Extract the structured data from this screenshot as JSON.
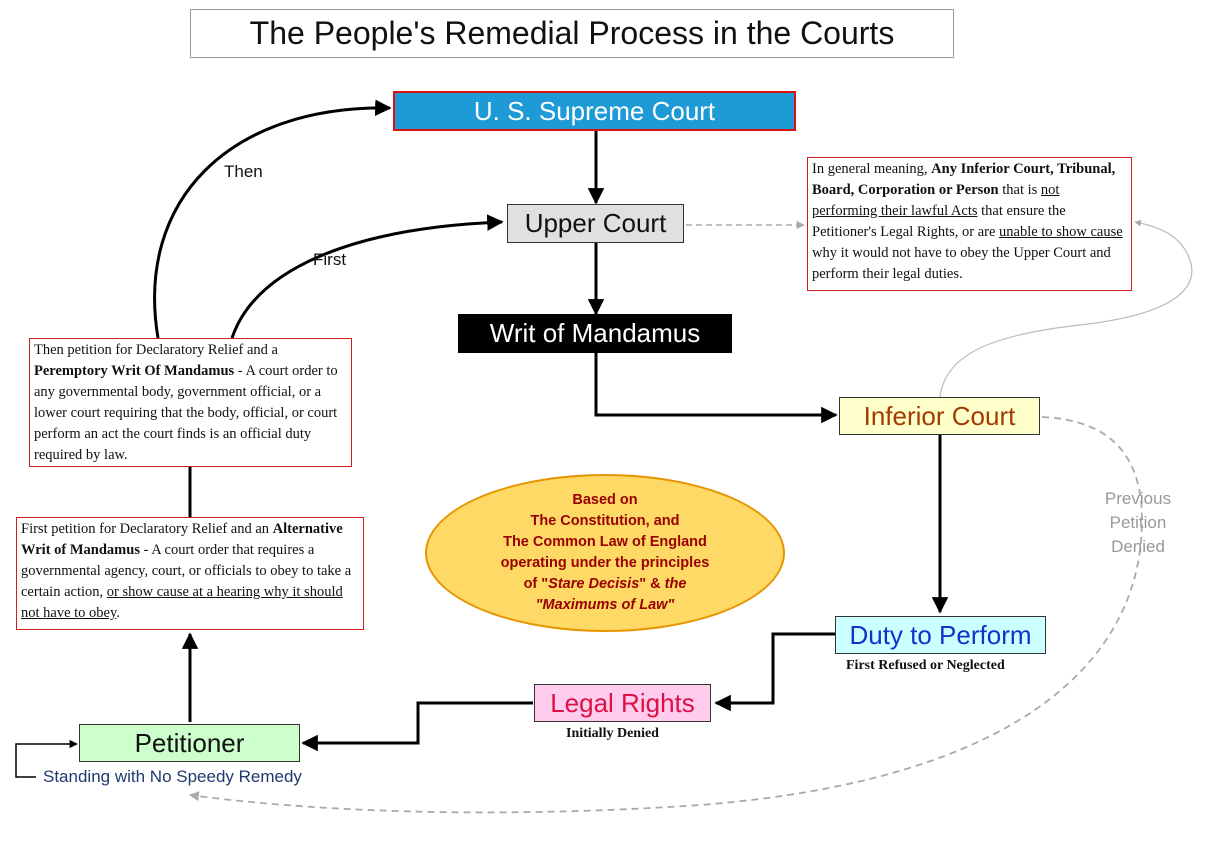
{
  "title": "The People's Remedial Process in the Courts",
  "nodes": {
    "supreme_court": "U. S. Supreme Court",
    "upper_court": "Upper Court",
    "writ_of_mandamus": "Writ of Mandamus",
    "inferior_court": "Inferior Court",
    "duty_to_perform": "Duty to Perform",
    "duty_sub": "First Refused or Neglected",
    "legal_rights": "Legal Rights",
    "legal_rights_sub": "Initially Denied",
    "petitioner": "Petitioner",
    "petitioner_sub": "Standing with No Speedy Remedy"
  },
  "edge_labels": {
    "then": "Then",
    "first": "First",
    "previous_petition_denied": [
      "Previous",
      "Petition",
      "Denied"
    ]
  },
  "inferior_note": {
    "t1": "In general meaning, ",
    "b1": "Any Inferior Court, Tribunal, Board, Corporation or Person",
    "t2": " that is ",
    "u1": "not performing their lawful Acts",
    "t3": " that ensure the Petitioner's Legal Rights, or are ",
    "u2": "unable to show cause",
    "t4": " why it would not have to obey the Upper Court and perform their legal duties."
  },
  "peremptory_note": {
    "t1": "Then petition for Declaratory Relief and a ",
    "b1": "Peremptory Writ Of Mandamus",
    "t2": " - A court order to any governmental body, government official, or a lower court requiring that the body, official, or court perform an act the court finds is an official duty required by law."
  },
  "alternative_note": {
    "t1": "First petition for Declaratory Relief and an ",
    "b1": "Alternative Writ of Mandamus",
    "t2": " - A court order that requires a governmental agency, court, or officials to obey to take a certain action, ",
    "u1": "or show cause at a hearing why it should not have to obey",
    "t3": "."
  },
  "ellipse": {
    "lines": [
      "Based on",
      "The Constitution, and",
      "The Common Law of England",
      "operating under the principles"
    ],
    "l5_pre": "of \"",
    "l5_em": "Stare Decisis",
    "l5_mid": "\" & ",
    "l5_em2": "the",
    "l6": "\"Maximums of Law\""
  },
  "colors": {
    "supreme_fill": "#1e9ad6",
    "supreme_border": "#dd1111",
    "upper_fill": "#e0e0e0",
    "writ_fill": "#000000",
    "inferior_fill": "#ffffcc",
    "inferior_text": "#a33b00",
    "duty_fill": "#ccffff",
    "duty_text": "#1133cc",
    "rights_fill": "#ffccee",
    "rights_text": "#dd1144",
    "petitioner_fill": "#ccffcc",
    "ellipse_fill": "#ffd966",
    "ellipse_text": "#990000",
    "sub_blue": "#1f3a6e",
    "gray_text": "#999999"
  }
}
